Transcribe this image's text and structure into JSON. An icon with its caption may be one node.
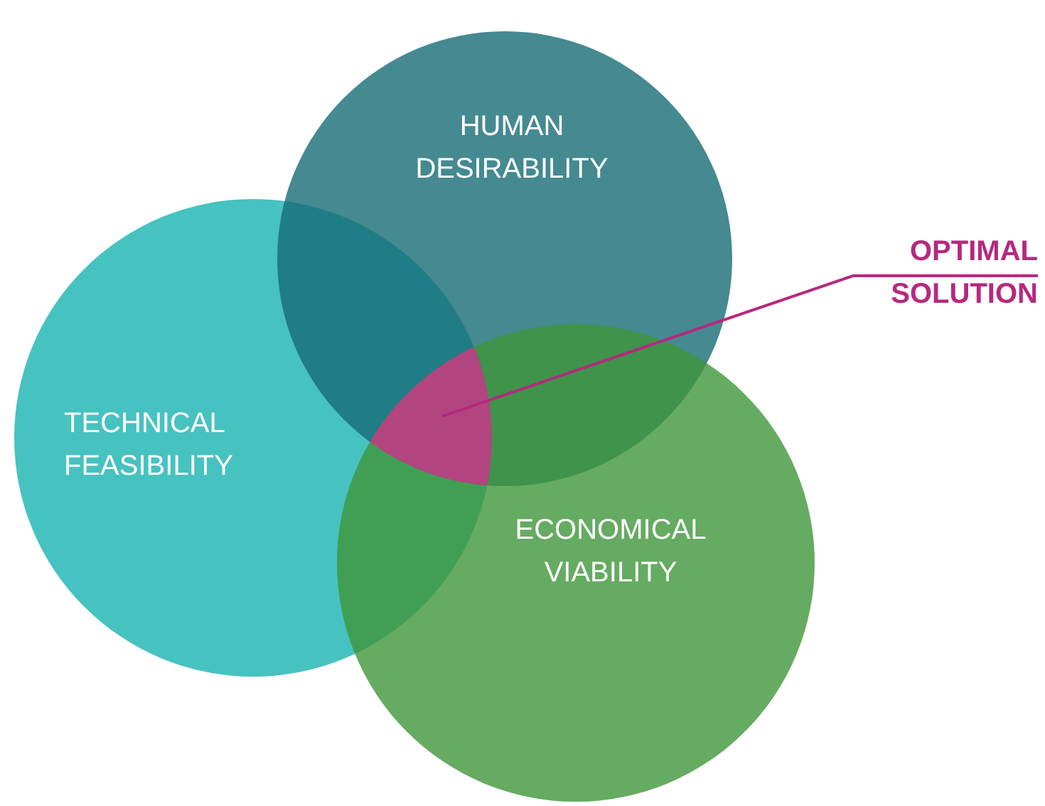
{
  "diagram": {
    "nodes": [
      {
        "text": [
          "TECHNICAL FEASIBILITY"
        ]
      },
      {
        "text": [
          "HUMAN DESIRABILITY"
        ]
      },
      {
        "text": [
          "ECONOMICAL VIABILITY"
        ]
      },
      {
        "text": [],
        "shape": "region"
      },
      {
        "text": [
          "OPTIMAL SOLUTION"
        ]
      }
    ],
    "edges": [
      {
        "from": 4,
        "to": 3,
        "arrow": "none",
        "color": "#b5297f"
      }
    ]
  }
}
